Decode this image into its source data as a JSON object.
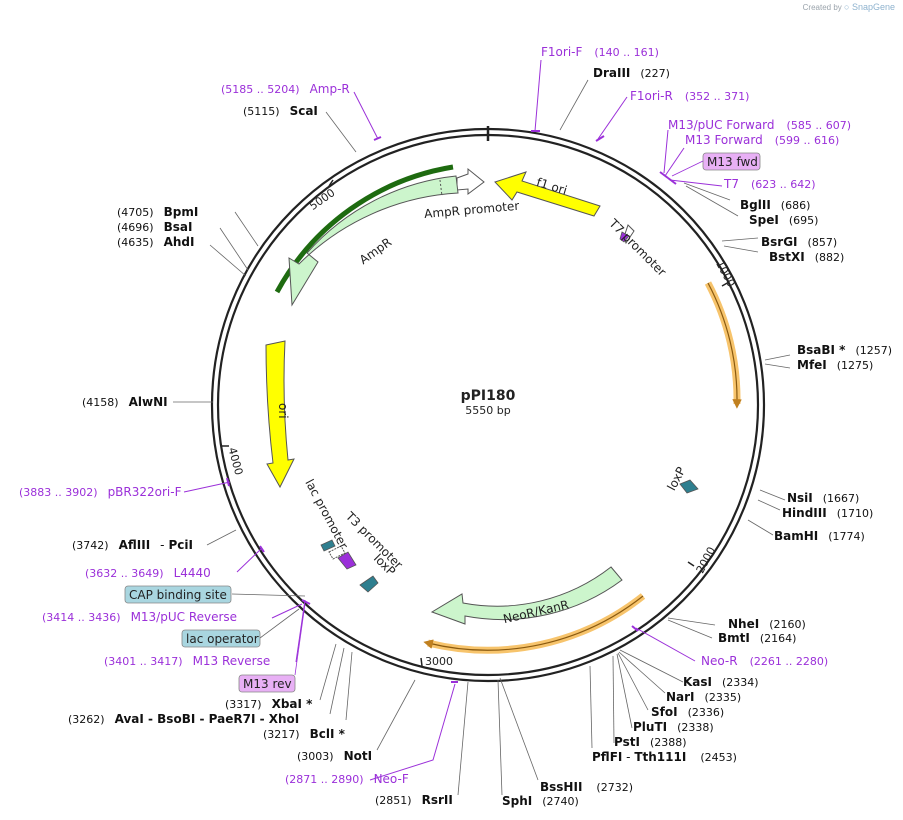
{
  "credit": {
    "prefix": "Created by",
    "brand": "SnapGene"
  },
  "plasmid": {
    "name": "pPI180",
    "length_label": "5550 bp"
  },
  "ticks": [
    "1000",
    "2000",
    "3000",
    "4000",
    "5000"
  ],
  "features": [
    {
      "name": "f1 ori",
      "color": "#ffff00"
    },
    {
      "name": "AmpR promoter",
      "color": "#ffffff"
    },
    {
      "name": "AmpR",
      "color": "#ccf5cc"
    },
    {
      "name": "ori",
      "color": "#ffff00"
    },
    {
      "name": "NeoR/KanR",
      "color": "#ccf5cc"
    },
    {
      "name": "T7 promoter",
      "color": "#ffffff"
    },
    {
      "name": "loxP",
      "color": "#2f7f8f"
    },
    {
      "name": "lac promoter",
      "color": "#ffffff"
    },
    {
      "name": "T3 promoter",
      "color": "#ffffff"
    },
    {
      "name": "loxP",
      "color": "#2f7f8f"
    }
  ],
  "sites": [
    {
      "name": "DraIII",
      "pos": "(227)"
    },
    {
      "name": "BglII",
      "pos": "(686)"
    },
    {
      "name": "SpeI",
      "pos": "(695)"
    },
    {
      "name": "BsrGI",
      "pos": "(857)"
    },
    {
      "name": "BstXI",
      "pos": "(882)"
    },
    {
      "name": "BsaBI *",
      "pos": "(1257)"
    },
    {
      "name": "MfeI",
      "pos": "(1275)"
    },
    {
      "name": "NsiI",
      "pos": "(1667)"
    },
    {
      "name": "HindIII",
      "pos": "(1710)"
    },
    {
      "name": "BamHI",
      "pos": "(1774)"
    },
    {
      "name": "NheI",
      "pos": "(2160)"
    },
    {
      "name": "BmtI",
      "pos": "(2164)"
    },
    {
      "name": "KasI",
      "pos": "(2334)"
    },
    {
      "name": "NarI",
      "pos": "(2335)"
    },
    {
      "name": "SfoI",
      "pos": "(2336)"
    },
    {
      "name": "PluTI",
      "pos": "(2338)"
    },
    {
      "name": "PstI",
      "pos": "(2388)"
    },
    {
      "name": "PflFI",
      "sep": " - ",
      "name2": "Tth111I",
      "pos": "(2453)"
    },
    {
      "name": "BssHII",
      "pos": "(2732)"
    },
    {
      "name": "SphI",
      "pos": "(2740)"
    },
    {
      "name": "RsrII",
      "pos": "(2851)"
    },
    {
      "name": "NotI",
      "pos": "(3003)"
    },
    {
      "name": "BclI *",
      "pos": "(3217)"
    },
    {
      "name": "AvaI",
      "extra": " - BsoBI  - PaeR7I  - XhoI",
      "pos": "(3262)"
    },
    {
      "name": "XbaI *",
      "pos": "(3317)"
    },
    {
      "name": "AflIII",
      "name2": "PciI",
      "pos": "(3742)"
    },
    {
      "name": "AlwNI",
      "pos": "(4158)"
    },
    {
      "name": "AhdI",
      "pos": "(4635)"
    },
    {
      "name": "BsaI",
      "pos": "(4696)"
    },
    {
      "name": "BpmI",
      "pos": "(4705)"
    },
    {
      "name": "ScaI",
      "pos": "(5115)"
    }
  ],
  "primers": [
    {
      "name": "F1ori-F",
      "range": "(140 .. 161)"
    },
    {
      "name": "F1ori-R",
      "range": "(352 .. 371)"
    },
    {
      "name": "M13/pUC Forward",
      "range": "(585 .. 607)"
    },
    {
      "name": "M13 Forward",
      "range": "(599 .. 616)"
    },
    {
      "name": "T7",
      "range": "(623 .. 642)"
    },
    {
      "name": "Neo-R",
      "range": "(2261 .. 2280)"
    },
    {
      "name": "Neo-F",
      "range": "(2871 .. 2890)"
    },
    {
      "name": "M13 Reverse",
      "range": "(3401 .. 3417)"
    },
    {
      "name": "M13/pUC Reverse",
      "range": "(3414 .. 3436)"
    },
    {
      "name": "L4440",
      "range": "(3632 .. 3649)"
    },
    {
      "name": "pBR322ori-F",
      "range": "(3883 .. 3902)"
    },
    {
      "name": "Amp-R",
      "range": "(5185 .. 5204)"
    }
  ],
  "boxes": [
    {
      "name": "M13 fwd",
      "color": "#e8b0f5"
    },
    {
      "name": "CAP binding site",
      "color": "#a9d6e0"
    },
    {
      "name": "lac operator",
      "color": "#a9d6e0"
    },
    {
      "name": "M13 rev",
      "color": "#e8b0f5"
    }
  ],
  "colors": {
    "primer": "#9b30d9",
    "orf": "#f0a040",
    "backbone": "#222222"
  }
}
